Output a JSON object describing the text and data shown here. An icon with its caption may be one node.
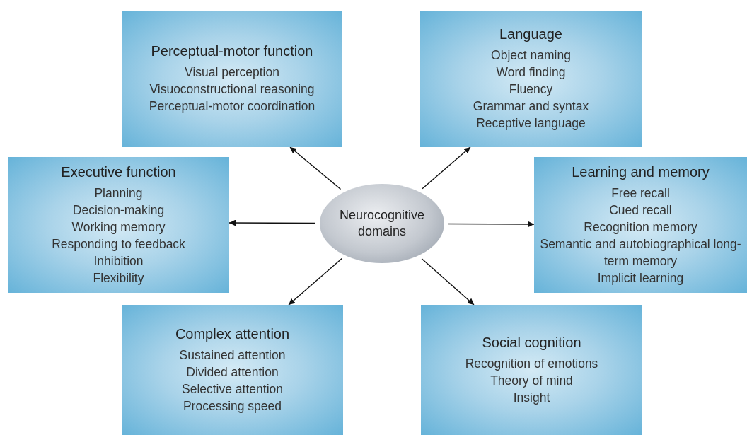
{
  "diagram": {
    "nodes": [
      {
        "text": [
          "Perceptual-motor function",
          "Visual perception",
          "Visuoconstructional reasoning",
          "Perceptual-motor coordination"
        ]
      },
      {
        "text": [
          "Language",
          "Object naming",
          "Word finding",
          "Fluency",
          "Grammar and syntax",
          "Receptive language"
        ]
      },
      {
        "text": [
          "Executive function",
          "Planning",
          "Decision-making",
          "Working memory",
          "Responding to feedback",
          "Inhibition",
          "Flexibility"
        ]
      },
      {
        "text": [
          "Neurocognitive domains"
        ]
      },
      {
        "text": [
          "Learning and memory",
          "Free recall",
          "Cued recall",
          "Recognition memory",
          "Semantic and autobiographical long-term memory",
          "Implicit learning"
        ]
      },
      {
        "text": [
          "Complex attention",
          "Sustained attention",
          "Divided attention",
          "Selective attention",
          "Processing speed"
        ]
      },
      {
        "text": [
          "Social cognition",
          "Recognition of emotions",
          "Theory of mind",
          "Insight"
        ]
      }
    ],
    "edges": [
      {
        "from": 3,
        "to": 0,
        "arrow": "to"
      },
      {
        "from": 3,
        "to": 1,
        "arrow": "to"
      },
      {
        "from": 3,
        "to": 2,
        "arrow": "to"
      },
      {
        "from": 3,
        "to": 4,
        "arrow": "to"
      },
      {
        "from": 3,
        "to": 5,
        "arrow": "to"
      },
      {
        "from": 3,
        "to": 6,
        "arrow": "to"
      }
    ]
  }
}
